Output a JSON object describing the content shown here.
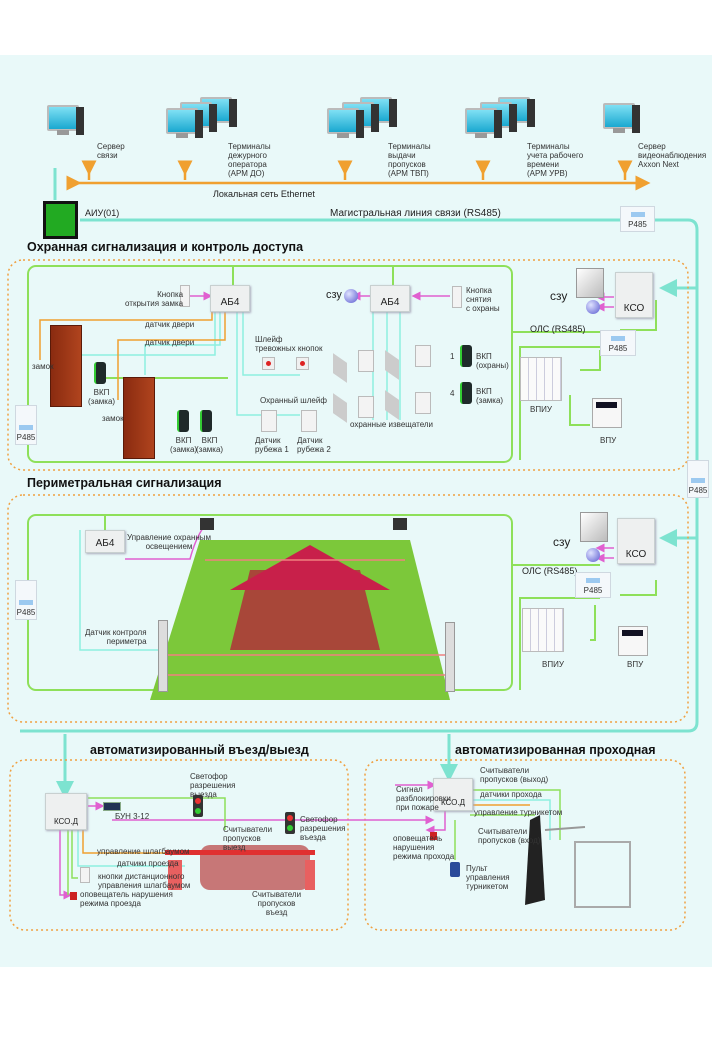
{
  "network": {
    "server_comm": "Сервер\nсвязи",
    "terminals_do": "Терминалы\nдежурного\nоператора\n(АРМ ДО)",
    "terminals_tvp": "Терминалы\nвыдачи\nпропусков\n(АРМ ТВП)",
    "terminals_urv": "Терминалы\nучета рабочего\nвремени\n(АРМ УРВ)",
    "video_server": "Сервер\nвидеонаблюдения\nAxxon Next",
    "ethernet": "Локальная сеть Ethernet",
    "aiu": "АИУ(01)",
    "trunk": "Магистральная линия связи  (RS485)",
    "p485": "Р485"
  },
  "access": {
    "title": "Охранная сигнализация и контроль доступа",
    "ab4": "АБ4",
    "open_button": "Кнопка\nоткрытия замка",
    "door_sensor": "датчик двери",
    "lock": "замок",
    "vkp_lock": "ВКП\n(замка)",
    "alarm_loop": "Шлейф\nтревожных кнопок",
    "guard_loop": "Охранный шлейф",
    "sensor1": "Датчик\nрубежа 1",
    "sensor2": "Датчик\nрубежа 2",
    "szu": "сзу",
    "disarm_button": "Кнопка\nснятия\nс охраны",
    "detectors": "охранные извещатели",
    "vkp_guard": "ВКП\n(охраны)",
    "n1": "1",
    "n4": "4",
    "kso": "КСО",
    "ols": "ОЛС (RS485)",
    "vpiu": "ВПИУ",
    "vpu": "ВПУ"
  },
  "perimeter": {
    "title": "Периметральная сигнализация",
    "ab4": "АБ4",
    "lighting": "Управление охранным\nосвещением",
    "perimeter_sensor": "Датчик контроля\nпериметра",
    "szu": "сзу",
    "kso": "КСО",
    "ols": "ОЛС (RS485)",
    "vpiu": "ВПИУ",
    "vpu": "ВПУ"
  },
  "vehicle": {
    "title": "автоматизированный въезд/выезд",
    "ksod": "КСО.Д",
    "bun": "БУН 3-12",
    "light_exit": "Светофор\nразрешения\nвыезда",
    "light_entry": "Светофор\nразрешения\nвъезда",
    "readers_exit": "Считыватели\nпропусков\nвыезд",
    "readers_entry": "Считыватели\nпропусков\nвъезд",
    "barrier_ctrl": "управление шлагбаумом",
    "pass_sensors": "датчики проезда",
    "remote_buttons": "кнопки дистанционного\nуправления шлагбаумом",
    "violation": "оповещатель нарушения\nрежима проезда"
  },
  "turnstile": {
    "title": "автоматизированная проходная",
    "ksod": "КСО.Д",
    "fire_signal": "Сигнал\nразблокировки\nпри пожаре",
    "readers_out": "Считыватели\nпропусков (выход)",
    "pass_sensors": "датчики прохода",
    "turnstile_ctrl": "управление турникетом",
    "readers_in": "Считыватели\nпропусков (вход)",
    "violation": "оповещатель\nнарушения\nрежима прохода",
    "remote": "Пульт\nуправления\nтурникетом"
  },
  "colors": {
    "rs485": "#7de3d0",
    "ethernet": "#f0a030",
    "loop": "#8ee05a",
    "control": "#e060d0",
    "dashed": "#f0a040"
  }
}
